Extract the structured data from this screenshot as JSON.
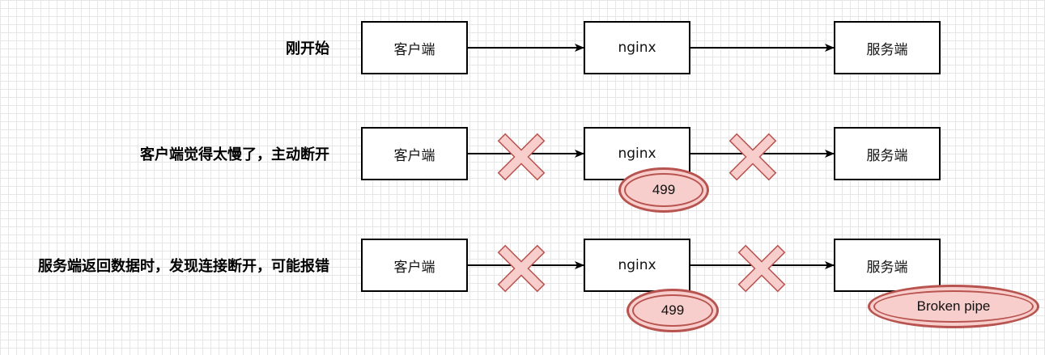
{
  "rows": [
    {
      "label": "刚开始",
      "client": "客户端",
      "proxy": "nginx",
      "server": "服务端",
      "failed_links": []
    },
    {
      "label": "客户端觉得太慢了，主动断开",
      "client": "客户端",
      "proxy": "nginx",
      "server": "服务端",
      "failed_links": [
        "client-nginx",
        "nginx-server"
      ],
      "proxy_badge": "499"
    },
    {
      "label": "服务端返回数据时，发现连接断开，可能报错",
      "client": "客户端",
      "proxy": "nginx",
      "server": "服务端",
      "failed_links": [
        "client-nginx",
        "nginx-server"
      ],
      "proxy_badge": "499",
      "server_badge": "Broken pipe"
    }
  ],
  "colors": {
    "cross_fill": "#f8cecc",
    "cross_stroke": "#b85450",
    "badge_fill": "#f8cecc",
    "badge_stroke": "#b85450",
    "line": "#000000"
  }
}
